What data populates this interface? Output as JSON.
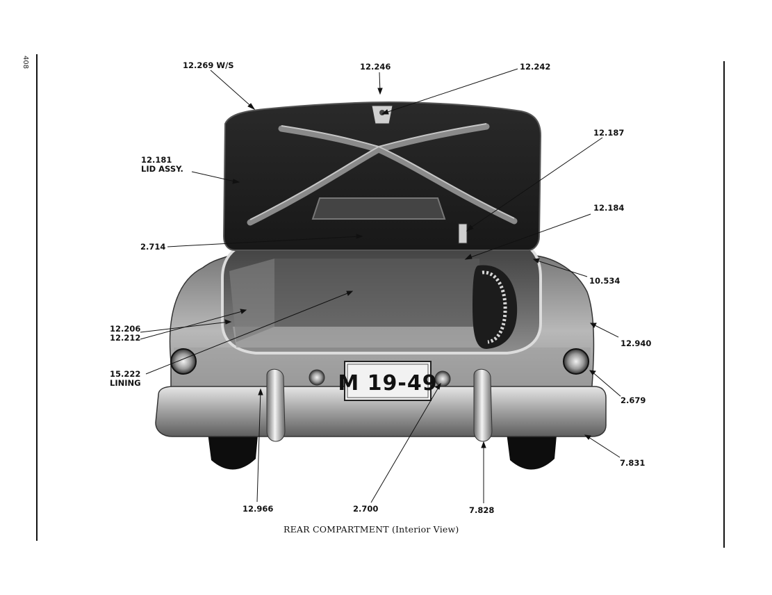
{
  "page": {
    "page_number": "408"
  },
  "caption": "REAR COMPARTMENT (Interior View)",
  "license_plate": "M 19-49",
  "callouts": {
    "c_12269": "12.269 W/S",
    "c_12246": "12.246",
    "c_12242": "12.242",
    "c_12187": "12.187",
    "c_12181_line1": "12.181",
    "c_12181_line2": "LID ASSY.",
    "c_12184": "12.184",
    "c_2714": "2.714",
    "c_10534": "10.534",
    "c_12206": "12.206",
    "c_12212": "12.212",
    "c_12940": "12.940",
    "c_15222_line1": "15.222",
    "c_15222_line2": "LINING",
    "c_2679": "2.679",
    "c_7831": "7.831",
    "c_12966": "12.966",
    "c_2700": "2.700",
    "c_7828": "7.828"
  }
}
